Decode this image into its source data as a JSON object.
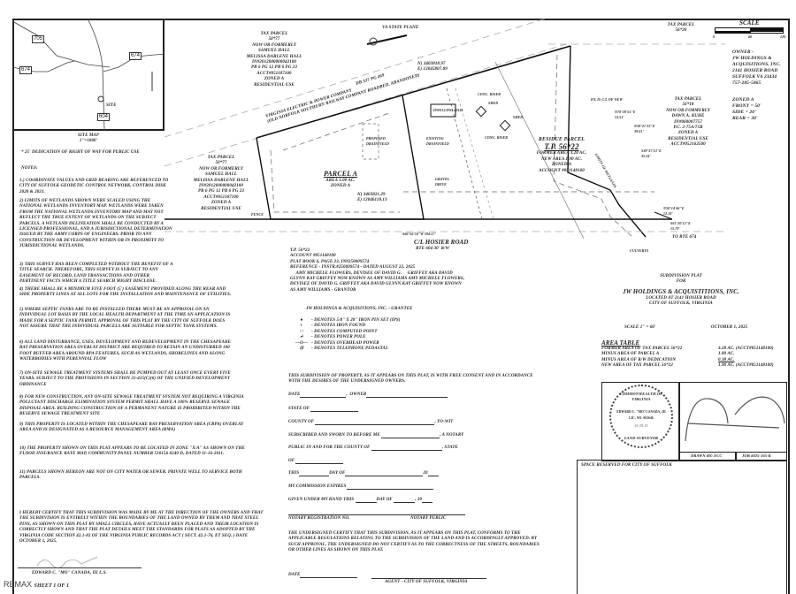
{
  "site_map": {
    "title": "SITE MAP",
    "scale": "1\"=1000'",
    "routes": [
      "705",
      "674",
      "674",
      "604"
    ],
    "site_label": "SITE"
  },
  "dedication_note": "* 25' DEDICATION OF RIGHT OF WAY FOR PUBLIC USE",
  "notes_heading": "NOTES:",
  "notes": [
    "1.) COORDINATE VALUES AND GRID BEARING ARE REFERENCED TO CITY OF SUFFOLK GEODETIC CONTROL NETWORK, CONTROL DISK 2020 & 2021.",
    "2) LIMITS OF WETLANDS SHOWN WERE SCALED USING THE NATIONAL WETLANDS INVENTORY MAP. WETLANDS WERE TAKEN FROM THE NATIONAL WETLANDS INVENTORY MAP AND MAY NOT REFLECT THE TRUE EXTENT OF WETLANDS ON THE SUBJECT PARCELS. A WETLAND DELINEATION SHALL BE CONDUCTED BY A LICENSED PROFESSIONAL, AND A JURISDICTIONAL DETERMINATION ISSUED BY THE ARMY CORPS OF ENGINEERS, PRIOR TO ANY CONSTRUCTION OR DEVELOPMENT WITHIN OR IN PROXIMITY TO JURISDICTIONAL WETLANDS.",
    "3) THIS SURVEY HAS BEEN COMPLETED WITHOUT THE BENEFIT OF A TITLE SEARCH. THEREFORE, THIS SURVEY IS SUBJECT TO ANY EASEMENT OF RECORD, LAND TRANSACTIONS AND OTHER PERTINENT FACTS WHICH A TITLE SEARCH MIGHT DISCLOSE.",
    "4) THERE SHALL BE A MINIMUM FIVE FOOT (5') EASEMENT PROVIDED ALONG THE REAR AND SIDE PROPERTY LINES AT ALL LOTS FOR THE INSTALLATION AND MAINTENANCE OF UTILITIES.",
    "5) WHERE SEPTIC TANKS ARE TO BE INSTALLED THERE MUST BE AN APPROVAL ON AN INDIVIDUAL LOT BASIS BY THE LOCAL HEALTH DEPARTMENT AT THE TIME AN APPLICATION IS MADE FOR A SEPTIC TANK PERMIT. APPROVAL OF THIS PLAT BY THE CITY OF SUFFOLK DOES NOT ASSURE THAT THE INDIVIDUAL PARCELS ARE SUITABLE FOR SEPTIC TANK SYSTEMS.",
    "6) ALL LAND DISTURBANCE, USES, DEVELOPMENT AND REDEVELOPMENT IN THE CHESAPEAKE BAY PRESERVATION AREA OVERLAY DISTRICT ARE REQUIRED TO RETAIN AN UNDISTURBED 100 FOOT BUFFER AREA AROUND RPA FEATURES, SUCH AS WETLANDS, SHORELINES AND ALONG WATERBODIES WITH PERENNIAL FLOW",
    "7) ON-SITE SEWAGE TREATMENT SYSTEMS SHALL BE PUMPED OUT AT LEAST ONCE EVERY FIVE YEARS, SUBJECT TO THE PROVISIONS IN SECTION 31-415(C)(6) OF THE UNIFIED DEVELOPMENT ORDINANCE",
    "8) FOR NEW CONSTRUCTION, ANY ON-SITE SEWAGE TREATMENT SYSTEM NOT REQUIRING A VIRGINIA POLLUTANT DISCHARGE ELIMINATION SYSTEM PERMIT SHALL HAVE A 100% RESERVE SEWAGE DISPOSAL AREA. BUILDING CONSTRUCTION OF A PERMANENT NATURE IS PROHIBITED WITHIN THE RESERVE SEWAGE TREATMENT SITE",
    "9) THIS PROPERTY IS LOCATED WITHIN THE CHESAPEAKE BAY PRESERVATION AREA (CBPA) OVERLAY AREA AND IS DESIGNATED AS A RESOURCE MANAGEMENT AREA (RMA)",
    "10) THE PROPERTY SHOWN ON THIS PLAT APPEARS TO BE LOCATED IN ZONE \"X/A\" AS SHOWN ON THE FLOOD INSURANCE RATE MAP, COMMUNITY-PANEL NUMBER 510156 0240 D, DATED 11-16-2011.",
    "11) PARCELS SHOWN HEREON ARE NOT ON CITY WATER OR SEWER. PRIVATE WELL TO SERVICE BOTH PARCELS."
  ],
  "certification": "I HEREBY CERTIFY THAT THIS SUBDIVISION WAS MADE BY ME AT THE DIRECTION OF THE OWNERS AND THAT THE SUBDIVISION IS ENTIRELY WITHIN THE BOUNDARIES OF THE LAND OWNED BY THEM AND THAT STEEL PINS, AS SHOWN ON THIS PLAT BY SMALL CIRCLES, HAVE ACTUALLY BEEN PLACED AND THEIR LOCATION IS CORRECTLY SHOWN AND THAT THE PLAT DETAILS MEET THE STANDARDS FOR PLATS AS ADOPTED BY THE VIRGINIA CODE SECTION 42.1-82 OF THE VIRGINIA PUBLIC RECORDS ACT ( SECT. 42.1-76, ET SEQ. ) DATE OCTOBER 1, 2025.",
  "surveyor_name": "EDWARD C. \"MO\" CANADA, III L.S.",
  "sheet_label": "SHEET 1 OF 1",
  "footer_overlay": "REMAX",
  "tax_parcel_north": {
    "lines": [
      "TAX PARCEL",
      "50*77",
      "NOW OR FORMERLY",
      "SAMUEL HALL",
      "MELISSA DARLENE HALL",
      "IN#2012000000042100",
      "PB 6 PG 12   PB 6 PG 23",
      "ACCT#051107100",
      "ZONED A",
      "RESIDENTIAL USE"
    ]
  },
  "tax_parcel_west": {
    "lines": [
      "TAX PARCEL",
      "50*77",
      "NOW OR FORMERLY",
      "SAMUEL HALL",
      "MELISSA DARLENE HALL",
      "IN#2012000000042100",
      "PB 6 PG 12   PB 6 PG 23",
      "ACCT#051107100",
      "ZONED A",
      "RESIDENTIAL USE"
    ]
  },
  "tax_parcel_ne": {
    "lines": [
      "TAX PARCEL",
      "56*20"
    ]
  },
  "tax_parcel_east": {
    "lines": [
      "TAX PARCEL",
      "56*18",
      "NOW OR FORMERLY",
      "DAWN A. KUHE",
      "IN#060007757",
      "P.C. 2-75A/75B",
      "ZONED A",
      "RESIDENTIAL USE",
      "ACCT#052162500"
    ]
  },
  "state_plane_label": "VA STATE PLANE",
  "vepco_label": "VIRGINIA ELECTRIC & POWER COMPANY",
  "vepco_sub": "(OLD NORFOLK SOUTHERN RAILWAY COMPANY ROADBED, ABANDONED)",
  "vepco_db": "DB 327 PG 469",
  "parcel_a": {
    "title": "PARCEL A",
    "area": "AREA 1.00 Ac.",
    "zoned": "ZONED A"
  },
  "residue": {
    "title": "RESIDUE PARCEL",
    "tp": "T.P. 56*22",
    "former": "FORMER AREA 3.28 Ac.",
    "new": "NEW AREA 1.90 Ac.",
    "zoned": "ZONED A",
    "account": "ACCOUNT #051148100"
  },
  "coords": {
    "ne": [
      "N) 3403818.97",
      "E) 12045807.89"
    ],
    "se": [
      "N) 3403821.29",
      "E) 12046118.13"
    ]
  },
  "plan_labels": {
    "dwelling": "DWELLING #2141",
    "shed1": "SHED",
    "shed2": "SHED",
    "conc_riser1": "CONC. RISER",
    "conc_riser2": "CONC. RISER",
    "existing_drainfield": "EXISTING DRAINFIELD",
    "proposed_drainfield": "PROPOSED DRAINFIELD",
    "gravel_drive": "GRAVEL DRIVE",
    "fence": "FENCE",
    "pl_cl": "P/L IS C/L OF NEW",
    "road": "C/L HOSIER ROAD",
    "road_sub": "RTE 604       30' R/W",
    "to_rte": "TO RTE 674",
    "culverts": "CULVERTS",
    "bearings": [
      "N70°28'55\"E 53.53'",
      "N50°21'33\"E 39.01'",
      "S39°37'13\"E 35.34'",
      "S08°12'46\"E 133.37'",
      "N58°14'46\"E 12.18'",
      "S61°20'12\"E 15.79'",
      "S66°56'56\"W 594.57'"
    ],
    "limits_wetlands": "LIMITS OF WETLANDS"
  },
  "scale_bar": {
    "title": "Scale",
    "ticks": [
      "0",
      "60",
      "120"
    ]
  },
  "owner_block": {
    "lines": [
      "OWNER -",
      "JW HOLDINGS &",
      "ACQUISITIONS, INC.",
      "2141 HOSIER ROAD",
      "SUFFOLK VA 23434",
      "757-285-5865"
    ]
  },
  "zoning_block": {
    "lines": [
      "ZONED A",
      "FRONT = 50'",
      "SIDE = 20'",
      "REAR = 30'"
    ]
  },
  "reference_block": {
    "lines": [
      "T.P. 56*22",
      "ACCOUNT #051148100",
      "PLAT BOOK 6, PAGE 23, IN#250009574",
      "REFERENCE - INSTR.#250009574 - DATED AUGUST 22, 2025",
      "     AMY MICHELE FLOWERS, DEVISEE OF DAVID G.     GRIFFEY AKA DAVID",
      "GLYNN KAY GRIFFEY NOW KNOWN AS AMY WILLIAMS AMY MICHELE FLOWERS,",
      "DEVISEE OF DAVID G. GRIFFEY AKA DAVID GLYNN KAY GRIFFEY NOW KNOWN",
      "AS AMY WILLIAMS - GRANTOR"
    ],
    "grantee": "JW HOLDINGS & ACQUISITIONS, INC. - GRANTEE"
  },
  "legend": [
    {
      "symbol": "●",
      "label": "- DENOTES 5/8\" X 20\" IRON PIN SET (IPS)"
    },
    {
      "symbol": "◐",
      "label": "- DENOTES IRON FOUND"
    },
    {
      "symbol": "□",
      "label": "- DENOTES COMPUTED POINT"
    },
    {
      "symbol": "⌿",
      "label": "- DENOTES POWER POLE"
    },
    {
      "symbol": "—o—",
      "label": "- DENOTES OVERHEAD POWER"
    },
    {
      "symbol": "⊡",
      "label": "- DENOTES TELEPHONE PEDASTAL"
    }
  ],
  "consent": "THIS SUBDIVISION OF PROPERTY, AS IT APPEARS ON THIS PLAT, IS WITH FREE CONSENT AND IN ACCORDANCE WITH THE DESIRES OF THE UNDERSIGNED OWNERS.",
  "notary": {
    "date": "DATE",
    "owner": "OWNER",
    "state_of": "STATE OF",
    "county_of": "COUNTY OF",
    "to_wit": "TO-WIT",
    "subscribed": "SUBSCRIBED AND SWORN TO BEFORE ME",
    "a_notary": ", A NOTARY",
    "public_in": "PUBLIC IN AND FOR THE COUNTY OF",
    "state": ", STATE",
    "of": "OF",
    "this": "THIS",
    "day_of": "DAY OF",
    "twenty": "20",
    "commission": "MY COMMISSION EXPIRES",
    "given": "GIVEN UNDER MY HAND THIS",
    "reg_no": "NOTARY REGISTRATION NO.",
    "notary_public": "NOTARY PUBLIC"
  },
  "city_approval": {
    "text": "THE UNDERSIGNED CERTIFY THAT THIS SUBDIVISION, AS IT APPEARS ON THIS PLAT, CONFORMS TO THE APPLICABLE REGULATIONS RELATING TO THE SUBDIVISION OF THE LAND AND IS ACCORDINGLY APPROVED. BY SUCH APPROVAL, THE UNDERSIGNED DO NOT CERTIFY AS TO THE CORRECTNESS OF THE STREETS, BOUNDARIES OR OTHER LINES AS SHOWN ON THIS PLAT.",
    "date": "DATE",
    "agent": "AGENT - CITY OF SUFFOLK, VIRGINIA"
  },
  "title_block": {
    "line1": "SUBDIVISION PLAT",
    "line2": "FOR",
    "line3": "JW HOLDINGS & ACQUISTITIONS, INC.",
    "line4": "LOCATED AT 2141 HOSIER ROAD",
    "line5": "CITY OF SUFFOLK, VIRGINIA",
    "scale": "SCALE 1\" = 60'",
    "date": "OCTOBER 1, 2025"
  },
  "area_table": {
    "title": "AREA TABLE",
    "rows": [
      {
        "label": "FORMER AREA OF TAX PARCEL 56*22",
        "value": "3.28 Ac. (ACCT#051148100)"
      },
      {
        "label": "MINUS AREA OF PARCEL A",
        "value": "1.00 Ac."
      },
      {
        "label": "MINUS AREA OF R/W DEDICATION",
        "value": "0.38 Ac."
      },
      {
        "label": "NEW AREA OF TAX PARCEL 56*22",
        "value": "1.90 Ac. (ACCT#051148100)"
      }
    ]
  },
  "seal": {
    "top": "COMMONWEALTH OF VIRGINIA",
    "name": "EDWARD C. \"MO\"CANADA, III",
    "lic": "Lic. No. 002646",
    "date": "10-28-25",
    "bottom": "LAND SURVEYOR"
  },
  "drawn_by": "DRAWN BY: ECC",
  "job_no": "JOB #025-165-K",
  "reserved": "SPACE RESERVED FOR CITY OF SUFFOLK"
}
